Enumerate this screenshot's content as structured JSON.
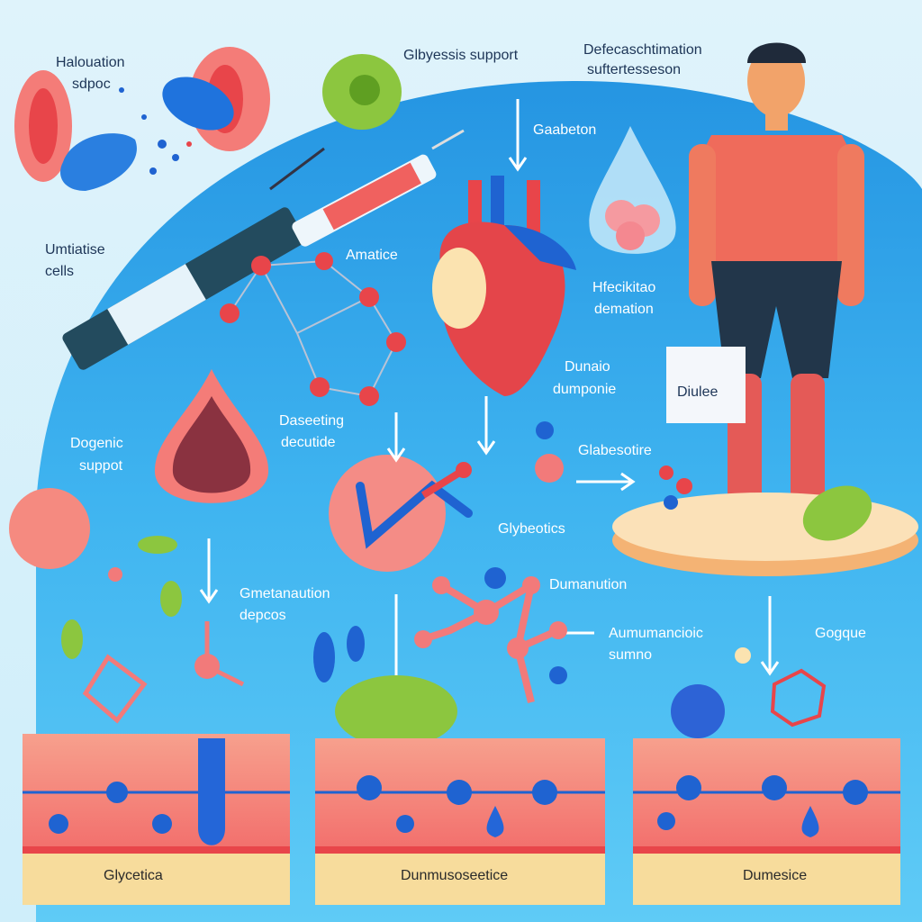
{
  "labels": {
    "top_left_1": "Halouation",
    "top_left_2": "sdpoc",
    "top_center": "Glbyessis support",
    "top_right_1": "Defecaschtimation",
    "top_right_2": "suftertesseson",
    "left_1a": "Umtiatise",
    "left_1b": "cells",
    "amatice": "Amatice",
    "gaabeton": "Gaabeton",
    "right_mid_1": "Hfecikitao",
    "right_mid_2": "demation",
    "dunaio_1": "Dunaio",
    "dunaio_2": "dumponie",
    "bag": "Diulee",
    "dogenic_1": "Dogenic",
    "dogenic_2": "suppot",
    "descting_1": "Daseeting",
    "descting_2": "decutide",
    "glabesotire": "Glabesotire",
    "glybeotics": "Glybeotics",
    "gmetanaution_1": "Gmetanaution",
    "gmetanaution_2": "depcos",
    "dumanution": "Dumanution",
    "aumun_1": "Aumumancioic",
    "aumun_2": "sumno",
    "gogque": "Gogque"
  },
  "panels": [
    {
      "label": "Glycetica"
    },
    {
      "label": "Dunmusoseetice"
    },
    {
      "label": "Dumesice"
    }
  ],
  "colors": {
    "dome": "#2f9fe6",
    "dome_light": "#54c6f6",
    "tissue": "#f48c86",
    "cell_blue": "#1f63d1",
    "cell_green": "#8cc63f",
    "atom_red": "#e8454a",
    "base": "#f7dc9c"
  }
}
